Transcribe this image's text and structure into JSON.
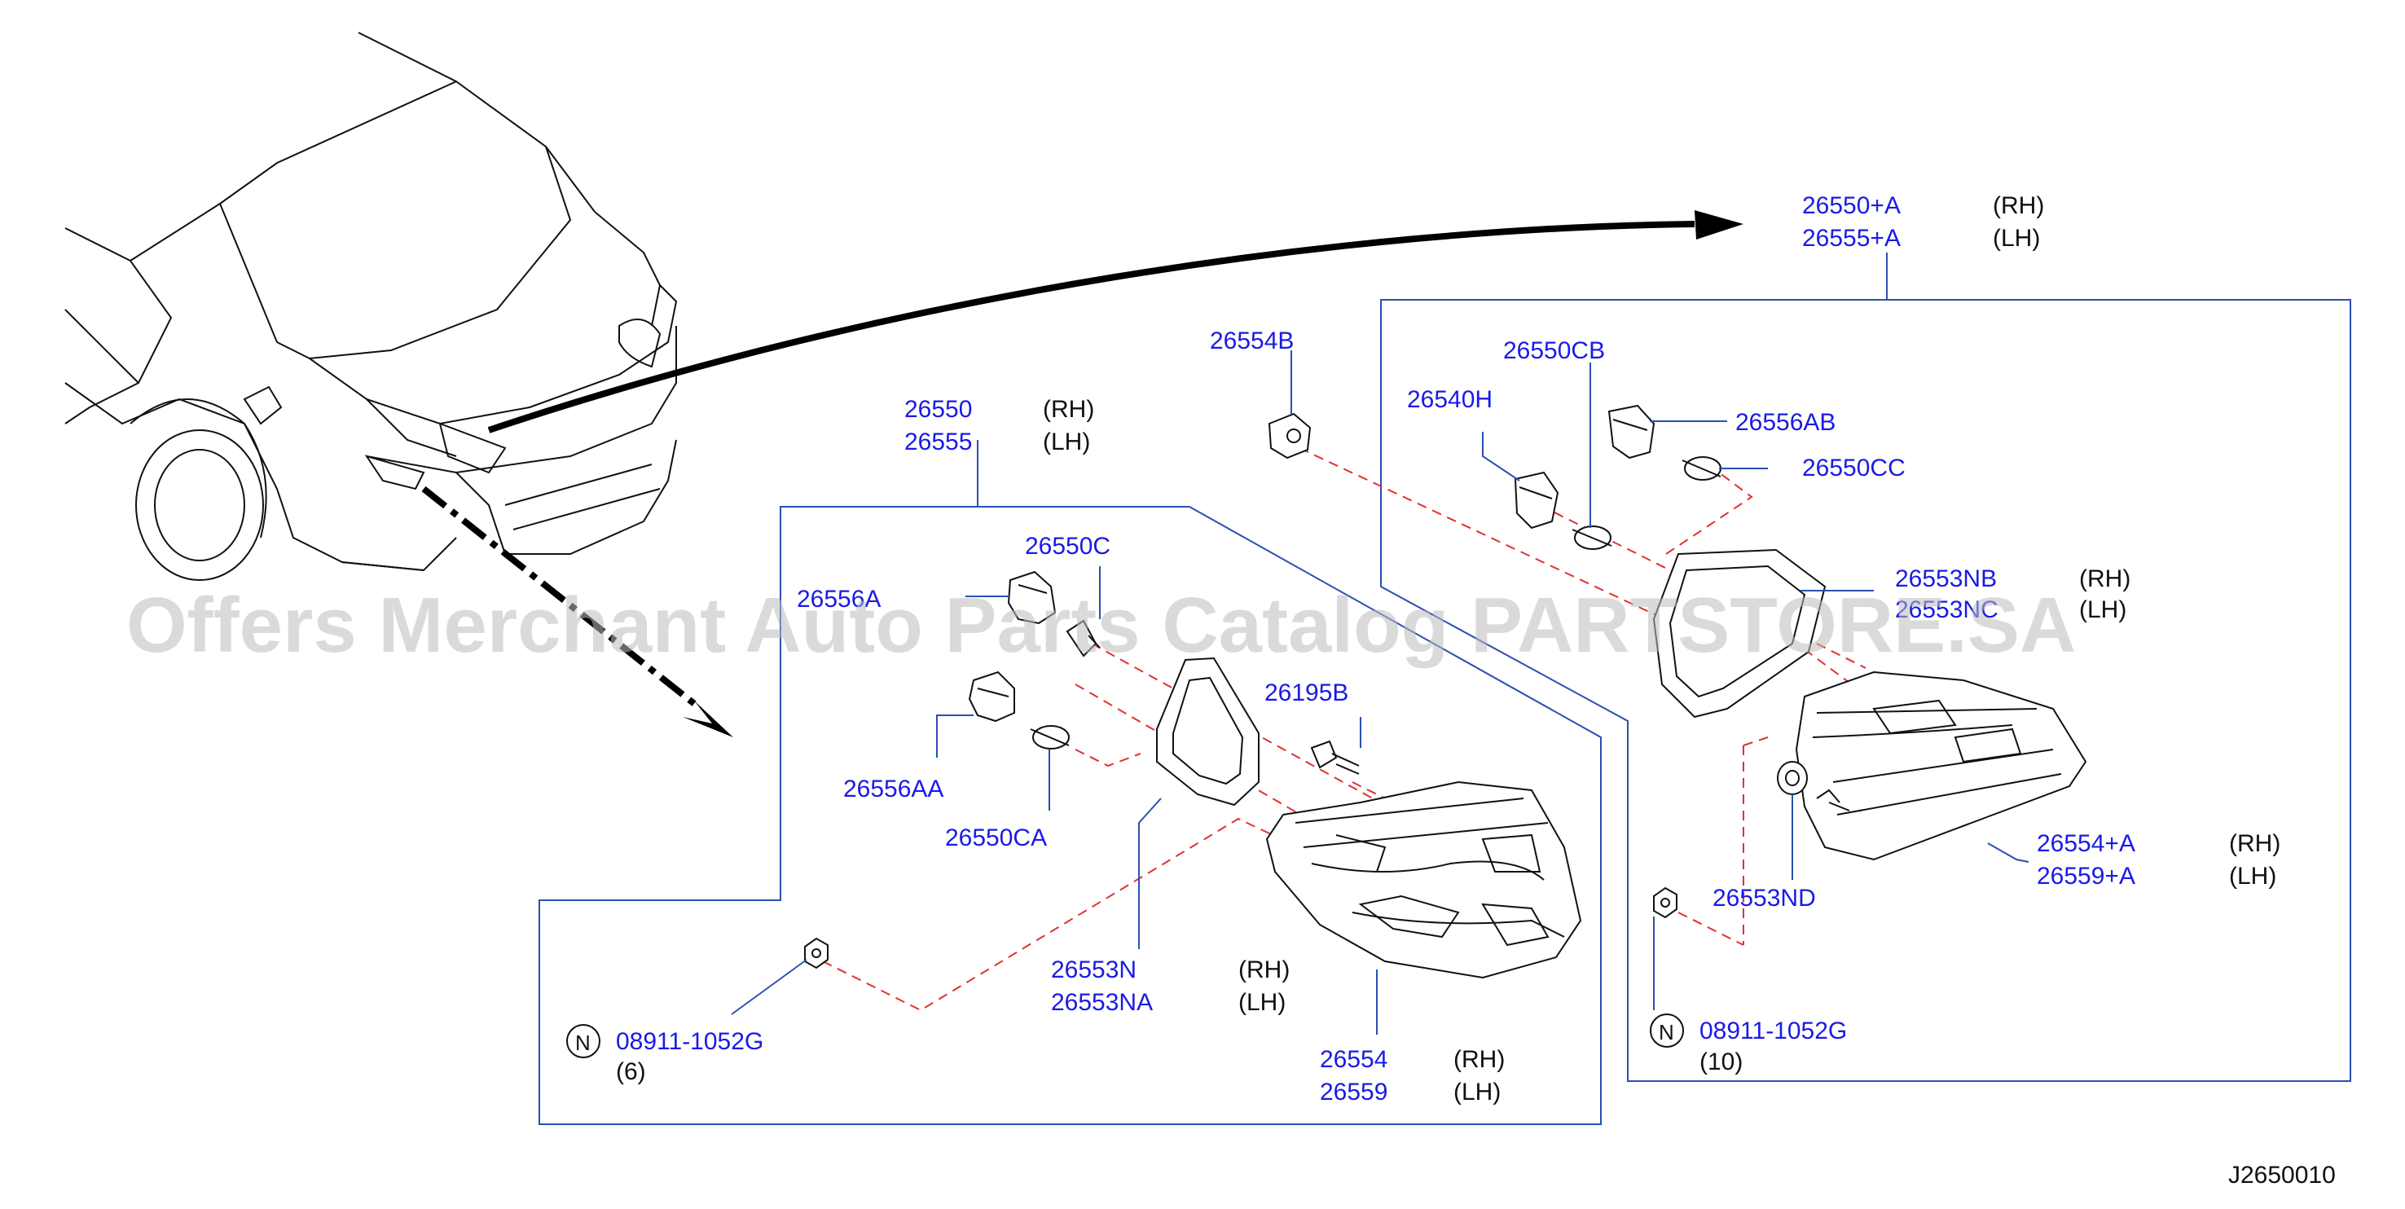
{
  "watermark": "Offers Merchant Auto Parts Catalog PARTSTORE.SA",
  "diagram_code": "J2650010",
  "labels": {
    "p26550": "26550",
    "p26555": "26555",
    "p26550_rh": "(RH)",
    "p26555_lh": "(LH)",
    "p26556a": "26556A",
    "p26550c": "26550C",
    "p26195b": "26195B",
    "p26556aa": "26556AA",
    "p26550ca": "26550CA",
    "p26553n": "26553N",
    "p26553na": "26553NA",
    "p26553n_rh": "(RH)",
    "p26553na_lh": "(LH)",
    "p26554": "26554",
    "p26559": "26559",
    "p26554_rh": "(RH)",
    "p26559_lh": "(LH)",
    "nut_left": "08911-1052G",
    "nut_left_qty": "(6)",
    "n_left": "N",
    "p26550a": "26550+A",
    "p26555a": "26555+A",
    "p26550a_rh": "(RH)",
    "p26555a_lh": "(LH)",
    "p26554b": "26554B",
    "p26550cb": "26550CB",
    "p26540h": "26540H",
    "p26556ab": "26556AB",
    "p26550cc": "26550CC",
    "p26553nb": "26553NB",
    "p26553nc": "26553NC",
    "p26553nb_rh": "(RH)",
    "p26553nc_lh": "(LH)",
    "p26553nd": "26553ND",
    "p26554a": "26554+A",
    "p26559a": "26559+A",
    "p26554a_rh": "(RH)",
    "p26559a_lh": "(LH)",
    "nut_right": "08911-1052G",
    "nut_right_qty": "(10)",
    "n_right": "N"
  }
}
